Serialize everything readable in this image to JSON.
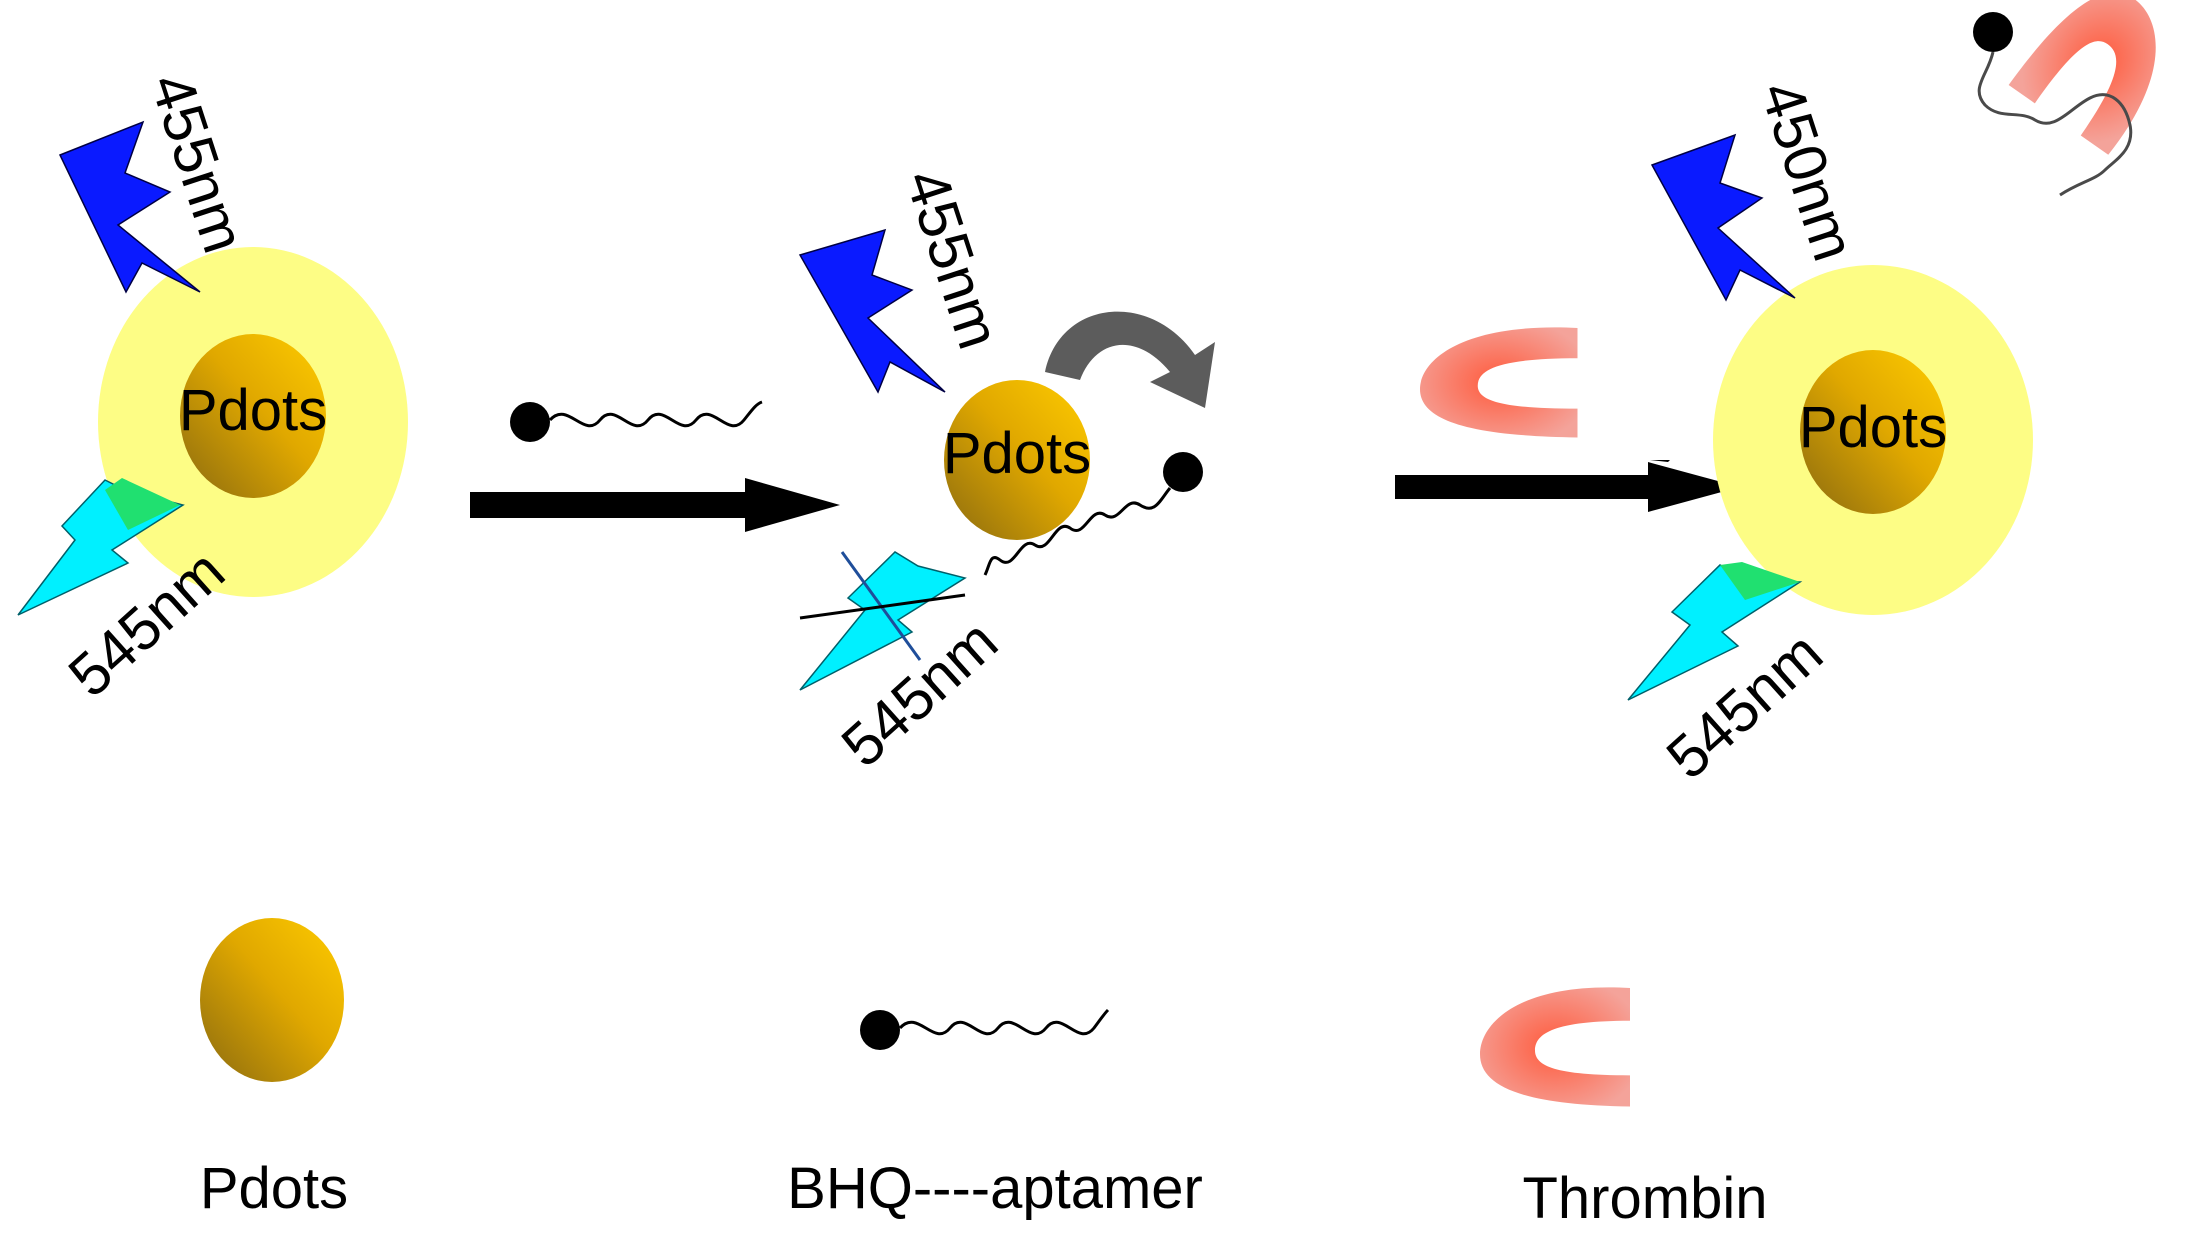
{
  "colors": {
    "shell": "#fdfd85",
    "core_light": "#ffcc00",
    "core_dark": "#8a6a10",
    "excitation": "#0a1aff",
    "emission": "#00f0ff",
    "thrombin": "#f4806e",
    "arrow": "#000000",
    "curved_arrow": "#5c5c5c",
    "cross_mark": "#1f4e9a"
  },
  "icons": [
    "blue-lightning-icon",
    "cyan-lightning-icon",
    "pdot-sphere-icon",
    "bhq-aptamer-strand-icon",
    "thrombin-icon",
    "reaction-arrow-icon",
    "curved-arrow-icon",
    "cross-mark-icon"
  ],
  "panels": {
    "left": {
      "pdot_label": "Pdots",
      "excitation": "455nm",
      "emission": "545nm"
    },
    "middle": {
      "pdot_label": "Pdots",
      "excitation": "455nm",
      "emission": "545nm"
    },
    "right": {
      "pdot_label": "Pdots",
      "excitation": "450nm",
      "emission": "545nm"
    }
  },
  "legend": {
    "pdots": "Pdots",
    "aptamer": "BHQ----aptamer",
    "thrombin": "Thrombin"
  }
}
